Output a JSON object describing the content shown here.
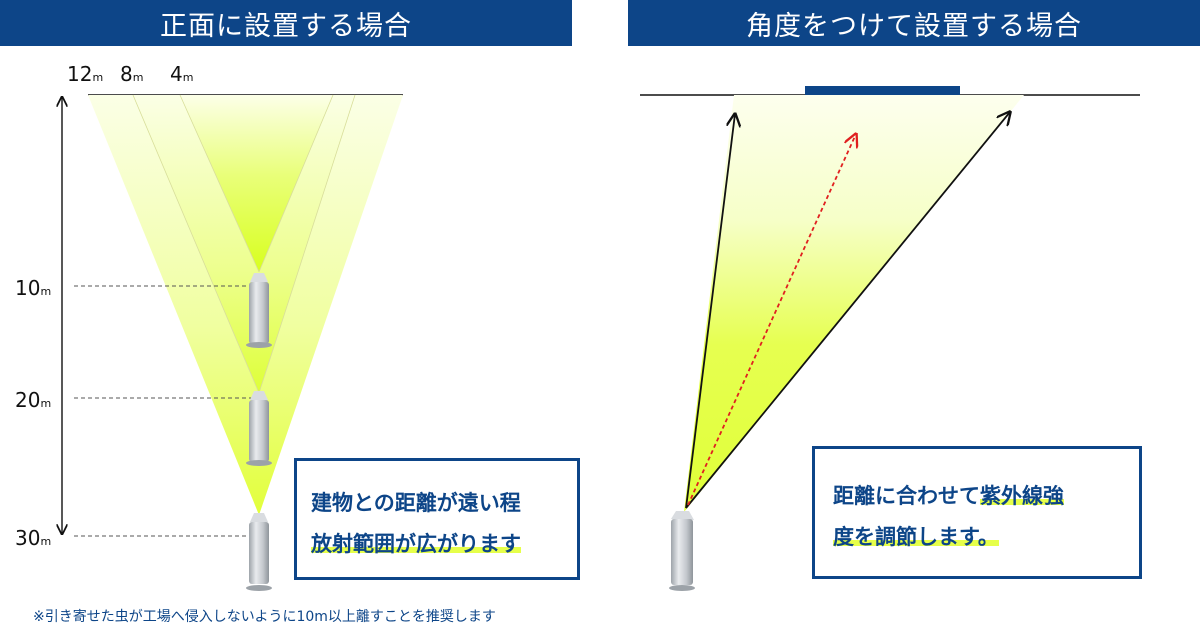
{
  "left_panel": {
    "title": "正面に設置する場合",
    "width_labels": [
      {
        "value": "12",
        "unit": "m"
      },
      {
        "value": "8",
        "unit": "m"
      },
      {
        "value": "4",
        "unit": "m"
      }
    ],
    "distance_labels": [
      {
        "value": "10",
        "unit": "m"
      },
      {
        "value": "20",
        "unit": "m"
      },
      {
        "value": "30",
        "unit": "m"
      }
    ],
    "callout": {
      "line1": "建物との距離が遠い程",
      "line2": "放射範囲が広がります"
    }
  },
  "right_panel": {
    "title": "角度をつけて設置する場合",
    "callout": {
      "line1_plain": "距離に合わせて",
      "line1_highlight": "紫外線強",
      "line2": "度を調節します。"
    }
  },
  "footnote": "※引き寄せた虫が工場へ侵入しないように10m以上離すことを推奨します",
  "colors": {
    "banner": "#0d4588",
    "beam_core": "#e2ff3a",
    "beam_pale": "#fbffe6",
    "device": "#c9cdd2",
    "arrow_red": "#e02020"
  }
}
